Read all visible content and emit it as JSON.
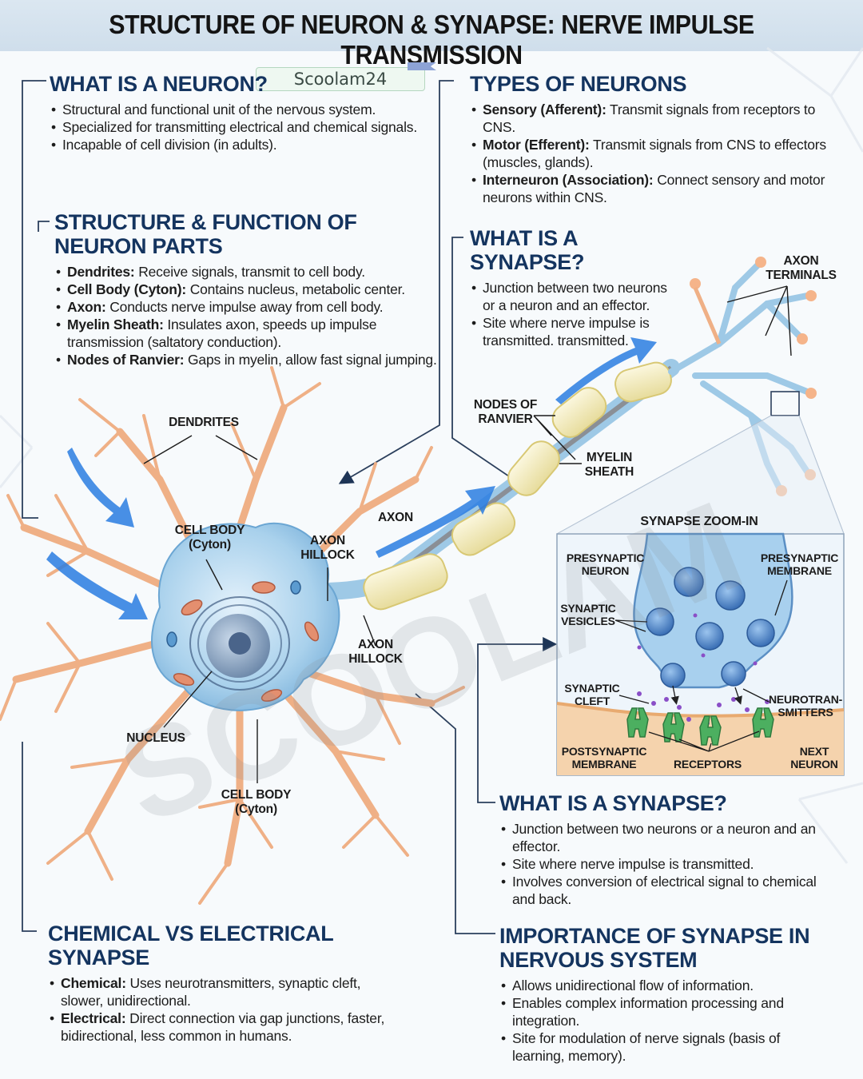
{
  "title": "STRUCTURE OF NEURON & SYNAPSE: NERVE IMPULSE TRANSMISSION",
  "watermark": "Scoolam24",
  "sections": {
    "what_is_neuron": {
      "heading": "WHAT IS A NEURON?",
      "items": [
        "Structural and functional unit of the nervous system.",
        "Specialized for transmitting electrical and chemical signals.",
        "Incapable of cell division (in adults)."
      ]
    },
    "types": {
      "heading": "TYPES OF NEURONS",
      "items": [
        {
          "term": "Sensory (Afferent):",
          "text": " Transmit signals from receptors to CNS."
        },
        {
          "term": "Motor (Efferent):",
          "text": " Transmit signals from CNS to effectors (muscles, glands)."
        },
        {
          "term": "Interneuron (Association):",
          "text": " Connect sensory and motor neurons within CNS."
        }
      ]
    },
    "structure": {
      "heading_line1": "STRUCTURE & FUNCTION OF",
      "heading_line2": "NEURON PARTS",
      "items": [
        {
          "term": "Dendrites:",
          "text": " Receive signals, transmit to cell body."
        },
        {
          "term": "Cell Body (Cyton):",
          "text": " Contains nucleus, metabolic center."
        },
        {
          "term": "Axon:",
          "text": " Conducts nerve impulse away from cell body."
        },
        {
          "term": "Myelin Sheath:",
          "text": " Insulates axon, speeds up impulse transmission (saltatory conduction)."
        },
        {
          "term": "Nodes of Ranvier:",
          "text": " Gaps in myelin, allow fast signal jumping."
        }
      ]
    },
    "synapse_top": {
      "heading": "WHAT IS A SYNAPSE?",
      "items": [
        "Junction between two neurons or a neuron and an effector.",
        "Site where nerve impulse is transmitted. transmitted."
      ]
    },
    "synapse_bottom": {
      "heading": "WHAT IS A SYNAPSE?",
      "items": [
        "Junction between two neurons or a neuron and an effector.",
        "Site where nerve impulse is transmitted.",
        "Involves conversion of electrical signal to chemical and back."
      ]
    },
    "chem_elec": {
      "heading_line1": "CHEMICAL VS ELECTRICAL",
      "heading_line2": "SYNAPSE",
      "items": [
        {
          "term": "Chemical:",
          "text": " Uses neurotransmitters, synaptic cleft, slower, unidirectional."
        },
        {
          "term": "Electrical:",
          "text": " Direct connection via gap junctions, faster, bidirectional, less common in humans."
        }
      ]
    },
    "importance": {
      "heading_line1": "IMPORTANCE OF SYNAPSE IN",
      "heading_line2": "NERVOUS SYSTEM",
      "items": [
        "Allows unidirectional flow of information.",
        "Enables complex information processing and integration.",
        "Site for modulation of nerve signals (basis of learning, memory)."
      ]
    }
  },
  "labels": {
    "dendrites": "DENDRITES",
    "cell_body_1": "CELL BODY (Cyton)",
    "axon_hillock_1": "AXON HILLOCK",
    "axon": "AXON",
    "axon_hillock_2": "AXON HILLOCK",
    "nucleus": "NUCLEUS",
    "cell_body_2": "CELL BODY (Cyton)",
    "nodes": "NODES OF RANVIER",
    "myelin": "MYELIN SHEATH",
    "axon_terminals": "AXON TERMINALS"
  },
  "zoom": {
    "title": "SYNAPSE ZOOM-IN",
    "presyn_neuron": "PRESYNAPTIC NEURON",
    "presyn_membrane": "PRESYNAPTIC MEMBRANE",
    "vesicles": "SYNAPTIC VESICLES",
    "cleft": "SYNAPTIC CLEFT",
    "neurotransmitters": "NEUROTRAN- SMITTERS",
    "postsyn_membrane": "POSTSYNAPTIC MEMBRANE",
    "receptors": "RECEPTORS",
    "next_neuron": "NEXT NEURON"
  },
  "colors": {
    "heading": "#14345f",
    "dendrite": "#f0b48c",
    "cell_body": "#9cc8e6",
    "myelin": "#f6efc4",
    "arrow": "#2a7de1"
  }
}
